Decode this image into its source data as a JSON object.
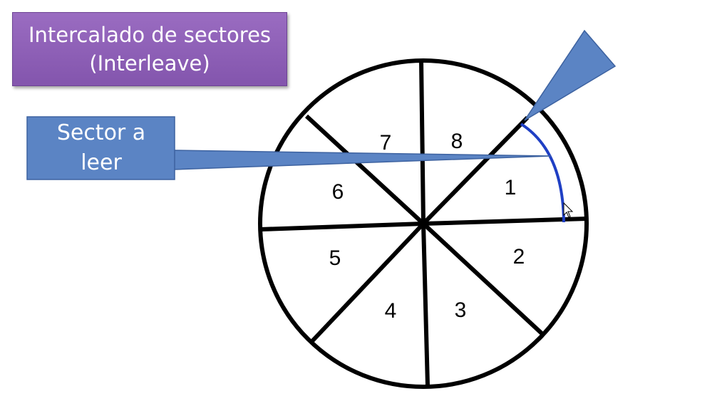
{
  "title": {
    "line1": "Intercalado de sectores",
    "line2": "(Interleave)"
  },
  "callout": {
    "line1": "Sector a",
    "line2": "leer"
  },
  "disk": {
    "sectors": [
      {
        "label": "1"
      },
      {
        "label": "2"
      },
      {
        "label": "3"
      },
      {
        "label": "4"
      },
      {
        "label": "5"
      },
      {
        "label": "6"
      },
      {
        "label": "7"
      },
      {
        "label": "8"
      }
    ]
  },
  "colors": {
    "title_fill": "#8c5fb5",
    "callout_fill": "#5b84c4",
    "read_head_fill": "#5b84c4",
    "arc_stroke": "#1f3fc4",
    "line": "#000000"
  }
}
